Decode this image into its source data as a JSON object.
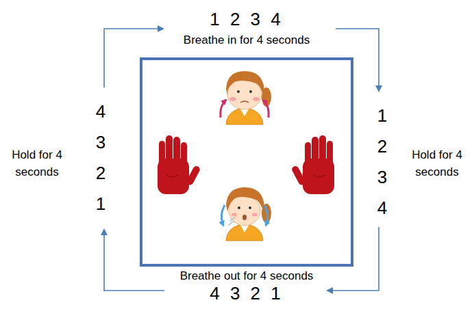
{
  "diagram": {
    "labels": [
      "1 2 3 4",
      "Breathe in for 4 seconds",
      "4 3 2 1",
      "Hold for 4 seconds",
      "1 2 3 4",
      "Hold for 4 seconds",
      "Breathe out for 4 seconds",
      "4 3 2 1"
    ]
  }
}
